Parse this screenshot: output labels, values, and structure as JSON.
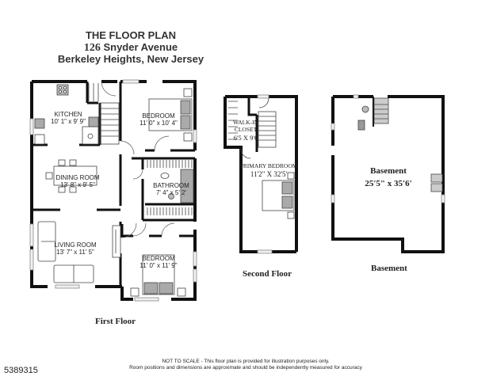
{
  "header": {
    "title": "THE FLOOR PLAN",
    "address_number": "126",
    "address_street": "Snyder Avenue",
    "city_state": "Berkeley Heights, New Jersey"
  },
  "floors": {
    "first": {
      "caption": "First Floor",
      "rooms": [
        {
          "name": "KITCHEN",
          "dims": "10' 1\" x 9' 9\""
        },
        {
          "name": "BEDROOM",
          "dims": "11' 0\" x 10' 4\""
        },
        {
          "name": "DINING ROOM",
          "dims": "13' 8\" x 9' 5\""
        },
        {
          "name": "BATHROOM",
          "dims": "7' 4\" x 5' 2'"
        },
        {
          "name": "LIVING ROOM",
          "dims": "13' 7\" x 11' 5\""
        },
        {
          "name": "BEDROOM",
          "dims": "11' 0\" x 11' 9\""
        }
      ]
    },
    "second": {
      "caption": "Second Floor",
      "rooms": [
        {
          "name": "WALK-IN",
          "name2": "CLOSET",
          "dims": "6'5 X 9'6"
        },
        {
          "name": "PRIMARY BEDROOM",
          "dims": "11'2\" X 32'5'"
        }
      ]
    },
    "basement": {
      "caption": "Basement",
      "rooms": [
        {
          "name": "Basement",
          "dims": "25'5\" x 35'6'"
        }
      ]
    }
  },
  "footer": {
    "disclaimer_line1": "NOT TO SCALE - This floor plan is provided for illustration purposes only.",
    "disclaimer_line2": "Room positions and dimensions are approximate and should be independently measured for accuracy",
    "listing_id": "5389315"
  },
  "colors": {
    "wall": "#111111",
    "fixture_fill": "#a9a9a9",
    "window": "#e6e6e6",
    "background": "#ffffff"
  }
}
